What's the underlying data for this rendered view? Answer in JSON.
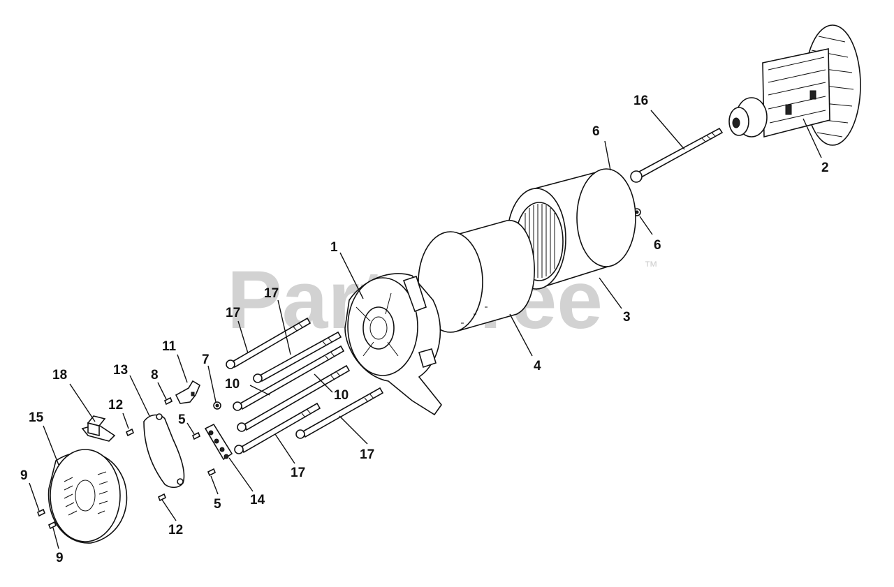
{
  "watermark": {
    "text": "PartsTree",
    "trademark": "™"
  },
  "callouts": {
    "c1": "1",
    "c2": "2",
    "c3": "3",
    "c4": "4",
    "c5a": "5",
    "c5b": "5",
    "c6a": "6",
    "c6b": "6",
    "c7": "7",
    "c8": "8",
    "c9a": "9",
    "c9b": "9",
    "c10a": "10",
    "c10b": "10",
    "c11": "11",
    "c12a": "12",
    "c12b": "12",
    "c13": "13",
    "c14": "14",
    "c15": "15",
    "c16": "16",
    "c17a": "17",
    "c17b": "17",
    "c17c": "17",
    "c17d": "17",
    "c18": "18"
  }
}
